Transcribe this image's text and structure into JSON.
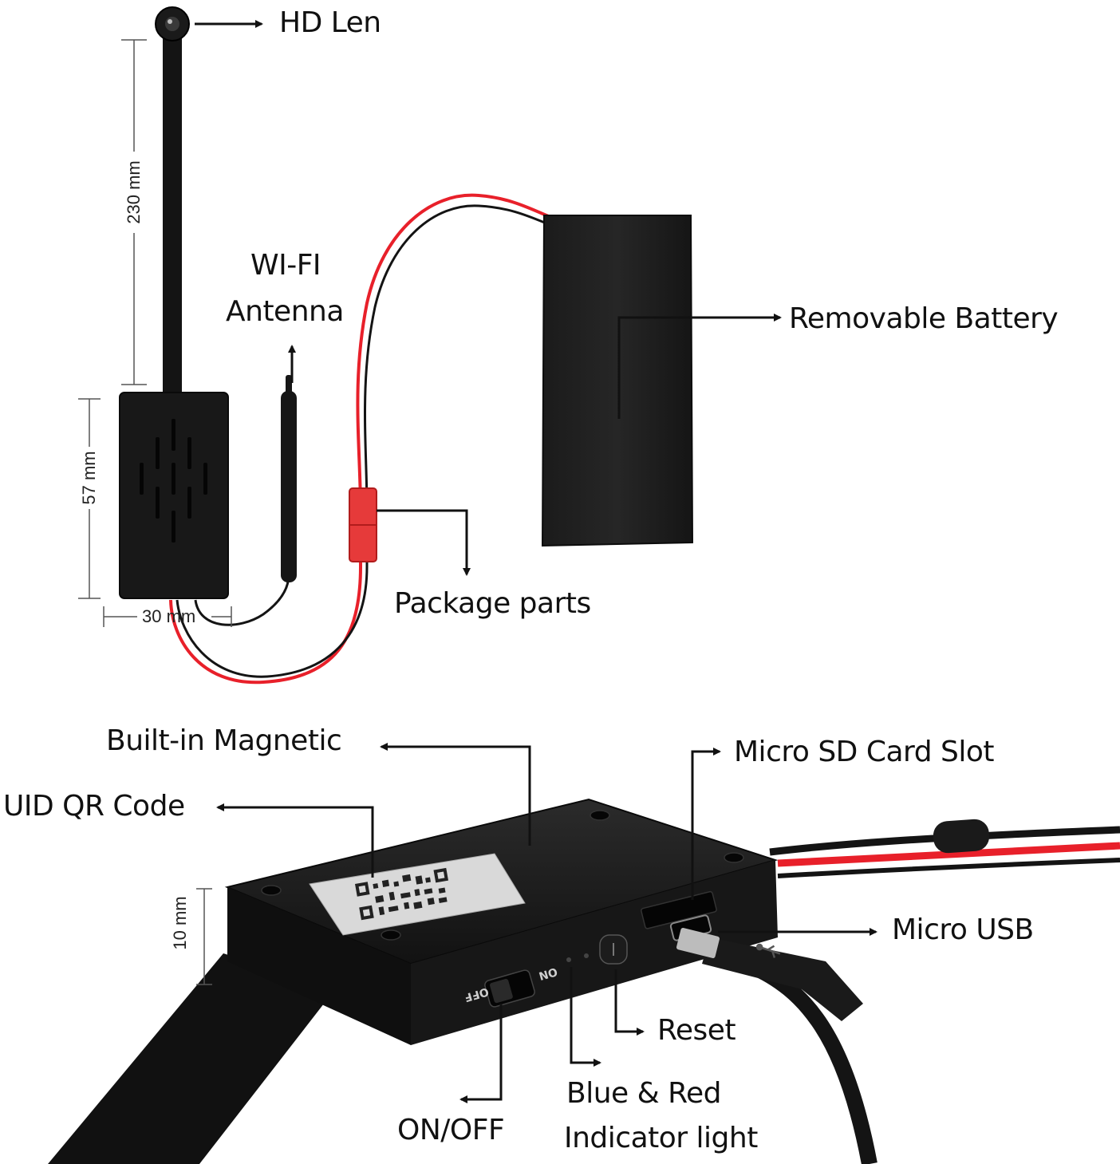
{
  "colors": {
    "device": "#161616",
    "device_edge": "#2a2a2a",
    "wire_red": "#e8202a",
    "wire_black": "#141414",
    "callout": "#111111",
    "dimension": "#555555"
  },
  "labels": {
    "hd_len": "HD Len",
    "wifi_antenna_line1": "WI-FI",
    "wifi_antenna_line2": "Antenna",
    "removable_battery": "Removable Battery",
    "package_parts": "Package parts",
    "built_in_magnetic": "Built-in Magnetic",
    "uid_qr_code": "UID QR Code",
    "micro_sd_card_slot": "Micro SD Card Slot",
    "micro_usb": "Micro USB",
    "reset": "Reset",
    "on_off": "ON/OFF",
    "indicator_line1": "Blue & Red",
    "indicator_line2": "Indicator light"
  },
  "dimensions": {
    "lens_cable_length": "230 mm",
    "board_height": "57 mm",
    "board_width": "30 mm",
    "board_thickness": "10 mm"
  },
  "switch_labels": {
    "on": "ON",
    "off": "OFF"
  },
  "icons": {
    "usb": "usb-icon",
    "reset_button": "reset-button-icon",
    "qr": "qr-code-icon"
  }
}
